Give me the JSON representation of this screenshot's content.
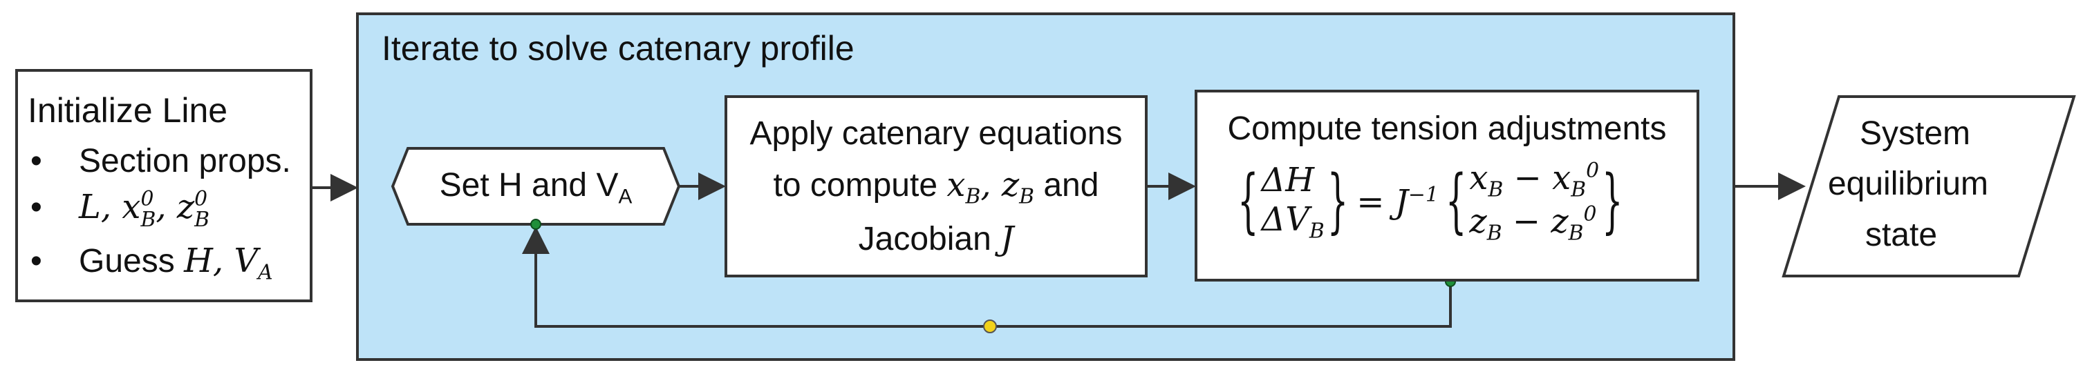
{
  "container": {
    "title": "Iterate to solve catenary profile",
    "fill": "#bee3f8"
  },
  "init": {
    "heading": "Initialize Line",
    "bullets": [
      "Section props.",
      "L, x",
      "Guess H, V"
    ],
    "math": {
      "L": "L",
      "x": "x",
      "z": "z",
      "B": "B",
      "zero": "0",
      "H": "H",
      "V": "V",
      "A": "A"
    }
  },
  "set_hv": {
    "prefix": "Set H and V",
    "sub": "A"
  },
  "apply": {
    "line1": "Apply catenary equations",
    "line2_prefix": "to compute",
    "line2_suffix": "and",
    "line3_prefix": "Jacobian",
    "J": "J"
  },
  "tension": {
    "title": "Compute tension adjustments",
    "dH": "ΔH",
    "dV": "ΔV",
    "eq": "= J",
    "inv": "−1",
    "minus": "−"
  },
  "output": {
    "line1": "System",
    "line2": "equilibrium",
    "line3": "state"
  },
  "colors": {
    "stroke": "#333333",
    "junction_dot": "#1f8f3a",
    "loop_dot": "#f2d21b"
  }
}
